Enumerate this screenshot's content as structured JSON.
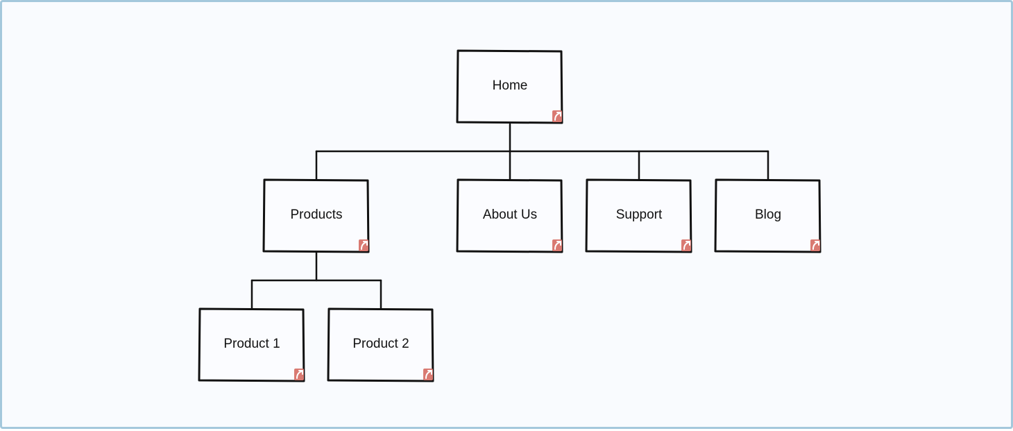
{
  "nodes": [
    {
      "id": "home",
      "label": "Home",
      "link_icon": "link-arrow-icon"
    },
    {
      "id": "products",
      "label": "Products",
      "link_icon": "link-arrow-icon"
    },
    {
      "id": "about-us",
      "label": "About Us",
      "link_icon": "link-arrow-icon"
    },
    {
      "id": "support",
      "label": "Support",
      "link_icon": "link-arrow-icon"
    },
    {
      "id": "blog",
      "label": "Blog",
      "link_icon": "link-arrow-icon"
    },
    {
      "id": "product-1",
      "label": "Product 1",
      "link_icon": "link-arrow-icon"
    },
    {
      "id": "product-2",
      "label": "Product 2",
      "link_icon": "link-arrow-icon"
    }
  ],
  "edges": [
    {
      "from": "home",
      "to": "products"
    },
    {
      "from": "home",
      "to": "about-us"
    },
    {
      "from": "home",
      "to": "support"
    },
    {
      "from": "home",
      "to": "blog"
    },
    {
      "from": "products",
      "to": "product-1"
    },
    {
      "from": "products",
      "to": "product-2"
    }
  ],
  "colors": {
    "frame_border": "#a4c8dc",
    "background": "#f9fbfe",
    "stroke": "#111111",
    "link_icon": "#d97a72"
  }
}
